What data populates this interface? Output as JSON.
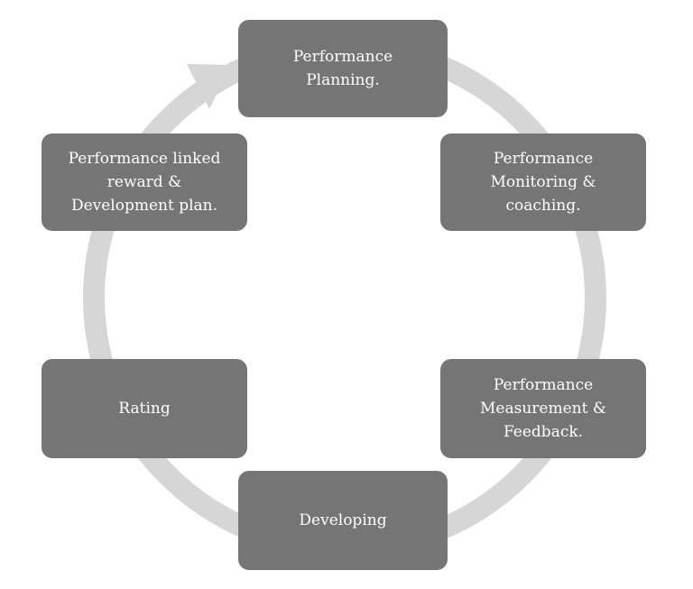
{
  "diagram": {
    "ring_color": "#d6d6d6",
    "node_color": "#757575",
    "text_color": "#ffffff",
    "nodes": [
      {
        "id": "planning",
        "label": "Performance\nPlanning."
      },
      {
        "id": "monitoring",
        "label": "Performance\nMonitoring &\ncoaching."
      },
      {
        "id": "measurement",
        "label": "Performance\nMeasurement &\nFeedback."
      },
      {
        "id": "developing",
        "label": "Developing"
      },
      {
        "id": "rating",
        "label": "Rating"
      },
      {
        "id": "reward",
        "label": "Performance linked\nreward &\nDevelopment plan."
      }
    ]
  }
}
